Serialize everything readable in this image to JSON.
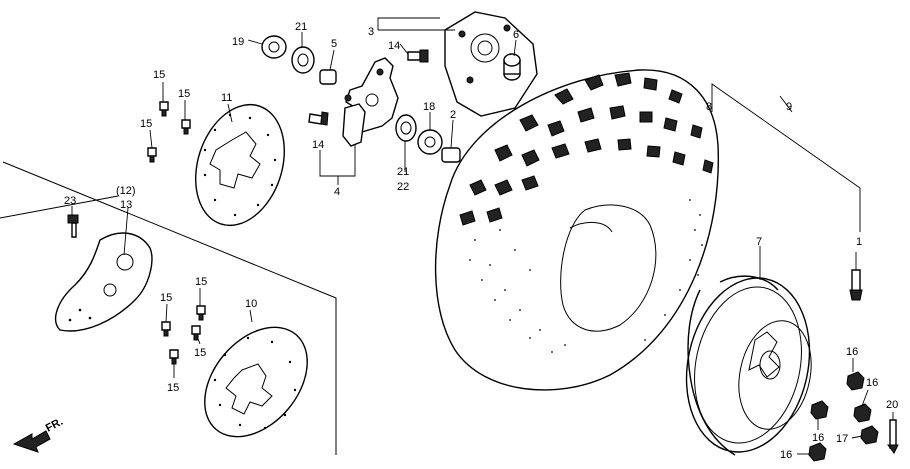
{
  "diagram": {
    "labels": [
      {
        "id": "c1",
        "text": "19"
      },
      {
        "id": "c2",
        "text": "21"
      },
      {
        "id": "c3",
        "text": "5"
      },
      {
        "id": "c4",
        "text": "3"
      },
      {
        "id": "c5",
        "text": "14"
      },
      {
        "id": "c6",
        "text": "6"
      },
      {
        "id": "c7",
        "text": "15"
      },
      {
        "id": "c8",
        "text": "15"
      },
      {
        "id": "c9",
        "text": "11"
      },
      {
        "id": "c10",
        "text": "15"
      },
      {
        "id": "c11",
        "text": "14"
      },
      {
        "id": "c12",
        "text": "4"
      },
      {
        "id": "c13",
        "text": "18"
      },
      {
        "id": "c14",
        "text": "2"
      },
      {
        "id": "c15",
        "text": "21"
      },
      {
        "id": "c16",
        "text": "22"
      },
      {
        "id": "c17",
        "text": "8"
      },
      {
        "id": "c18",
        "text": "9"
      },
      {
        "id": "c19",
        "text": "23"
      },
      {
        "id": "c20",
        "text": "(12)"
      },
      {
        "id": "c21",
        "text": "13"
      },
      {
        "id": "c22",
        "text": "1"
      },
      {
        "id": "c23",
        "text": "7"
      },
      {
        "id": "c24",
        "text": "15"
      },
      {
        "id": "c25",
        "text": "15"
      },
      {
        "id": "c26",
        "text": "10"
      },
      {
        "id": "c27",
        "text": "15"
      },
      {
        "id": "c28",
        "text": "15"
      },
      {
        "id": "c29",
        "text": "16"
      },
      {
        "id": "c30",
        "text": "16"
      },
      {
        "id": "c31",
        "text": "20"
      },
      {
        "id": "c32",
        "text": "16"
      },
      {
        "id": "c33",
        "text": "17"
      },
      {
        "id": "c34",
        "text": "16"
      },
      {
        "id": "c35",
        "text": "FR."
      }
    ]
  }
}
